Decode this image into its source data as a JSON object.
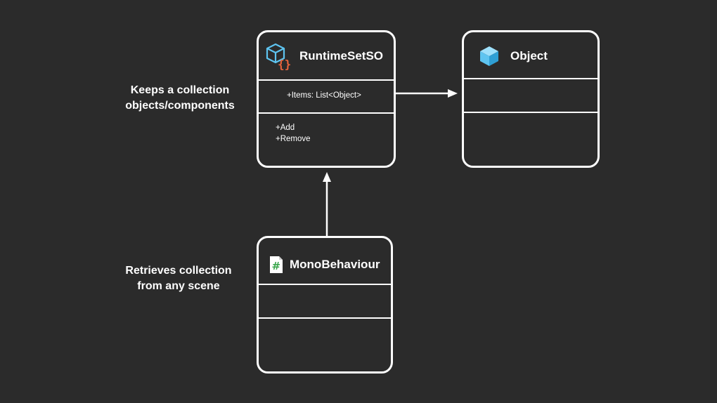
{
  "classes": {
    "runtime_set": {
      "name": "RuntimeSetSO",
      "icon": "scriptable-object-icon",
      "fields": [
        "+Items: List<Object>"
      ],
      "methods": [
        "+Add",
        "+Remove"
      ]
    },
    "object": {
      "name": "Object",
      "icon": "cube-icon"
    },
    "mono": {
      "name": "MonoBehaviour",
      "icon": "csharp-script-icon"
    }
  },
  "notes": {
    "collection": [
      "Keeps a collection",
      "objects/components"
    ],
    "retrieve": [
      "Retrieves collection",
      "from any scene"
    ]
  },
  "colors": {
    "background": "#2b2b2b",
    "line": "#ffffff",
    "icon_blue": "#5ec4f0",
    "icon_orange": "#e8643c",
    "icon_green": "#3aa64c"
  }
}
